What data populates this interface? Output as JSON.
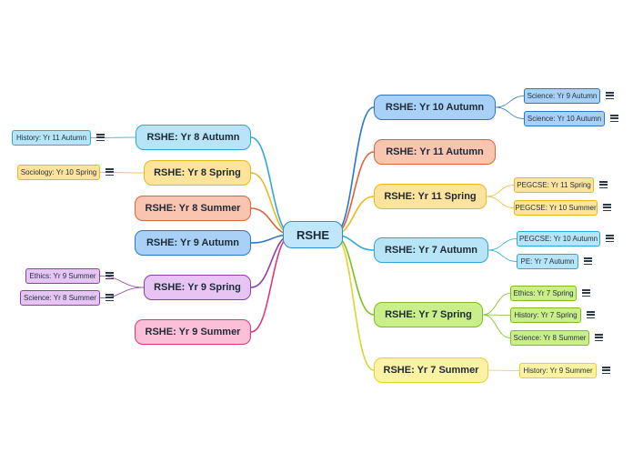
{
  "center": {
    "label": "RSHE"
  },
  "topics": [
    {
      "id": "y10a",
      "label": "RSHE: Yr 10 Autumn",
      "fill": "#a9d1f7",
      "stroke": "#2a77c9",
      "links": [
        {
          "label": "Science: Yr 9 Autumn"
        },
        {
          "label": "Science: Yr 10 Autumn"
        }
      ]
    },
    {
      "id": "y11a",
      "label": "RSHE: Yr 11 Autumn",
      "fill": "#f9c4b0",
      "stroke": "#e0623a",
      "links": []
    },
    {
      "id": "y11s",
      "label": "RSHE: Yr 11 Spring",
      "fill": "#fde39b",
      "stroke": "#e8b820",
      "links": [
        {
          "label": "PEGCSE: Yr 11 Spring"
        },
        {
          "label": "PEGCSE: Yr 10 Summer"
        }
      ]
    },
    {
      "id": "y7a",
      "label": "RSHE: Yr 7 Autumn",
      "fill": "#b7e4f7",
      "stroke": "#2fa7d6",
      "links": [
        {
          "label": "PEGCSE: Yr 10 Autumn"
        },
        {
          "label": "PE: Yr 7 Autumn"
        }
      ]
    },
    {
      "id": "y7s",
      "label": "RSHE: Yr 7 Spring",
      "fill": "#c9ee8a",
      "stroke": "#7cbf1e",
      "links": [
        {
          "label": "Ethics: Yr 7 Spring"
        },
        {
          "label": "History: Yr 7 Spring"
        },
        {
          "label": "Science: Yr 8 Summer"
        }
      ]
    },
    {
      "id": "y7su",
      "label": "RSHE: Yr 7 Summer",
      "fill": "#fbf3a3",
      "stroke": "#e2d130",
      "links": [
        {
          "label": "History: Yr 9 Summer"
        }
      ]
    },
    {
      "id": "y8a",
      "label": "RSHE: Yr 8 Autumn",
      "fill": "#b7e4f7",
      "stroke": "#2fa7d6",
      "links": [
        {
          "label": "History: Yr 11 Autumn"
        }
      ]
    },
    {
      "id": "y8s",
      "label": "RSHE: Yr 8 Spring",
      "fill": "#fde39b",
      "stroke": "#e8b820",
      "links": [
        {
          "label": "Sociology: Yr 10 Spring"
        }
      ]
    },
    {
      "id": "y8su",
      "label": "RSHE: Yr 8 Summer",
      "fill": "#f9c4b0",
      "stroke": "#e0623a",
      "links": []
    },
    {
      "id": "y9a",
      "label": "RSHE: Yr 9 Autumn",
      "fill": "#a9d1f7",
      "stroke": "#2a77c9",
      "links": []
    },
    {
      "id": "y9s",
      "label": "RSHE: Yr 9 Spring",
      "fill": "#e6c5f5",
      "stroke": "#8e3ea8",
      "links": [
        {
          "label": "Ethics: Yr 9 Summer"
        },
        {
          "label": "Science: Yr 8 Summer"
        }
      ]
    },
    {
      "id": "y9su",
      "label": "RSHE: Yr 9 Summer",
      "fill": "#fbc0d8",
      "stroke": "#e0357a",
      "links": []
    }
  ],
  "icons": {
    "link_note": "note-lines-icon"
  }
}
